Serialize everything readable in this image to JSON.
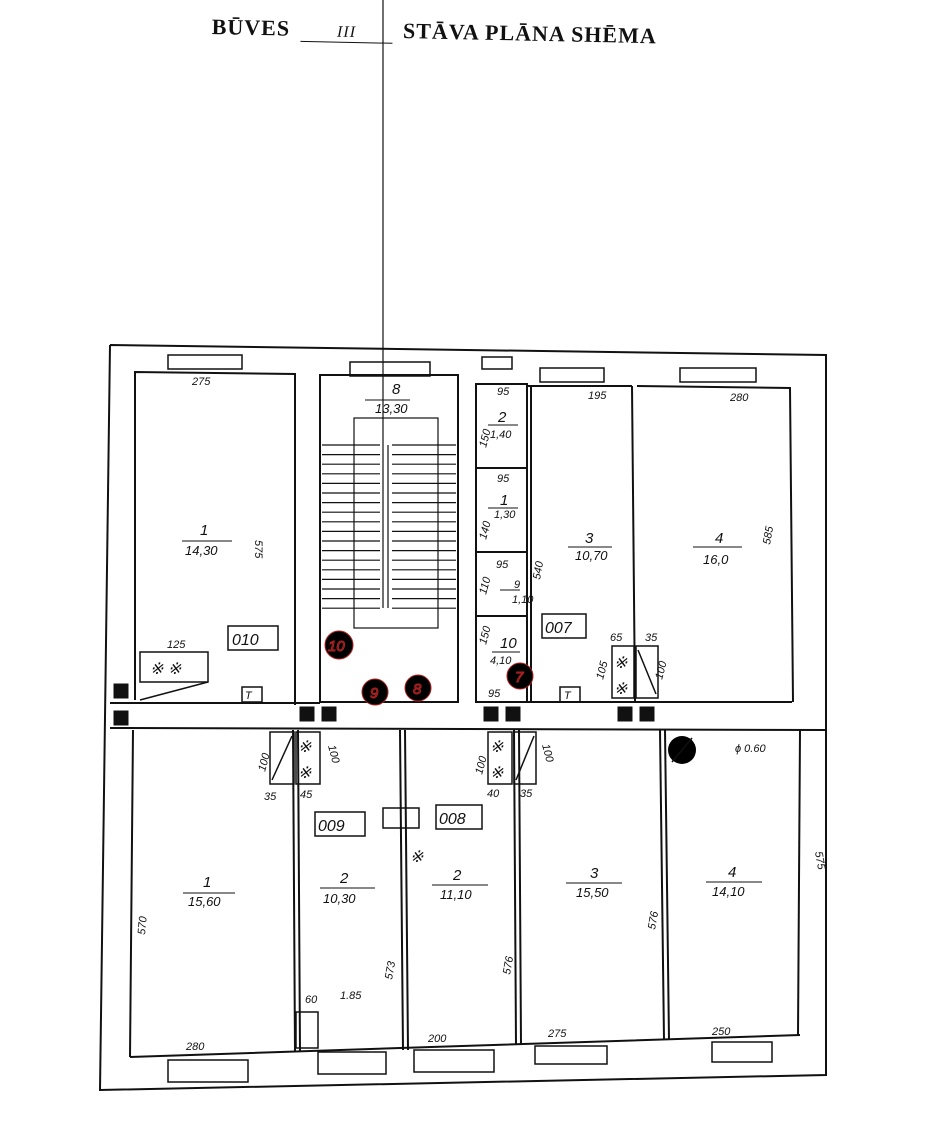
{
  "title": {
    "word1": "BŪVES",
    "floor": "III",
    "word2": "STĀVA PLĀNA SHĒMA"
  },
  "top_rooms": [
    {
      "num": "1",
      "area": "14,30",
      "dims": [
        "275",
        "575",
        "125"
      ]
    },
    {
      "num": "8",
      "area": "13,30"
    },
    {
      "num": "2",
      "area": "1,40",
      "dims": [
        "95",
        "150"
      ]
    },
    {
      "num": "1",
      "area": "1,30",
      "dims": [
        "95",
        "140"
      ]
    },
    {
      "num": "9",
      "area": "1,10",
      "dims": [
        "95",
        "110"
      ]
    },
    {
      "num": "10",
      "area": "4,10",
      "dims": [
        "150",
        "95"
      ]
    },
    {
      "num": "3",
      "area": "10,70",
      "dims": [
        "195",
        "540",
        "65",
        "105"
      ]
    },
    {
      "num": "4",
      "area": "16,0",
      "dims": [
        "280",
        "585",
        "35",
        "100"
      ]
    }
  ],
  "bottom_rooms": [
    {
      "num": "1",
      "area": "15,60",
      "dims": [
        "570",
        "280"
      ]
    },
    {
      "num": "2",
      "area": "10,30",
      "dims": [
        "100",
        "35",
        "45",
        "100",
        "60",
        "1.85",
        "573"
      ]
    },
    {
      "num": "2",
      "area": "11,10",
      "dims": [
        "200",
        "576"
      ]
    },
    {
      "num": "3",
      "area": "15,50",
      "dims": [
        "100",
        "40",
        "35",
        "100",
        "275",
        "576"
      ]
    },
    {
      "num": "4",
      "area": "14,10",
      "dims": [
        "575",
        "250",
        "ϕ 0.60"
      ]
    }
  ],
  "apartment_codes": [
    "010",
    "007",
    "009",
    "008"
  ],
  "circled_numbers": [
    "10",
    "9",
    "8",
    "7"
  ],
  "small_marks": [
    "T",
    "T"
  ]
}
